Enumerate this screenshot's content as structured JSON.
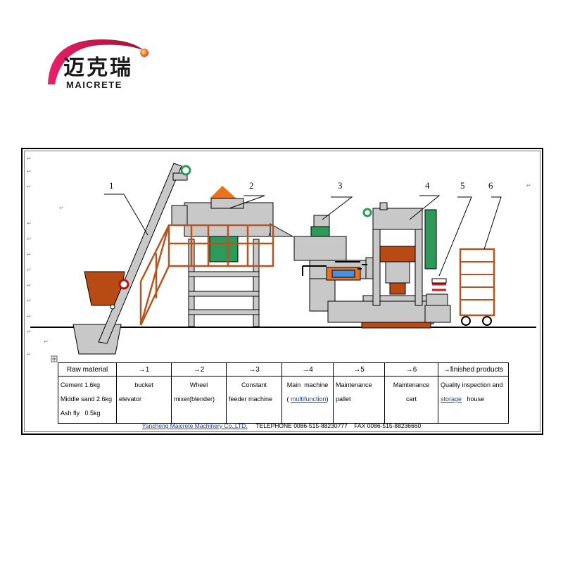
{
  "logo": {
    "text_cn": "迈克瑞",
    "text_en": "MAICRETE"
  },
  "diagram": {
    "labels": [
      "1",
      "2",
      "3",
      "4",
      "5",
      "6"
    ]
  },
  "table": {
    "header": [
      "Raw material",
      "→1",
      "→2",
      "→3",
      "→4",
      "→5",
      "→6",
      "→finished products"
    ],
    "raw_material": [
      "Cement 1.6kg",
      "Middle sand 2.6kg",
      "Ash fly   0.5kg"
    ],
    "bucket": [
      "bucket",
      "elevator"
    ],
    "wheel": [
      "Wheel",
      "mixer(blender)"
    ],
    "feeder": [
      "Constant",
      "feeder machine"
    ],
    "main": [
      "Main  machine",
      "(",
      "multifunction",
      ")"
    ],
    "pallet": [
      "Maintenance",
      "pallet"
    ],
    "cart": [
      "Maintenance",
      "cart"
    ],
    "finished": [
      "Quality inspection and",
      "storage",
      "house"
    ]
  },
  "footer": {
    "company": "Yancheng Maicrete Machinery Co.,LTD.",
    "telephone": "TELEPHONE 0086-515-88230777",
    "fax": "FAX 0086-515-88236660"
  },
  "colors": {
    "machine_gray": "#c8c8c8",
    "frame_brown": "#b5541e",
    "motor_green": "#2e9a5a",
    "hopper_brown": "#b84a14",
    "funnel_orange": "#e8721e",
    "logo_red": "#c8102e"
  }
}
